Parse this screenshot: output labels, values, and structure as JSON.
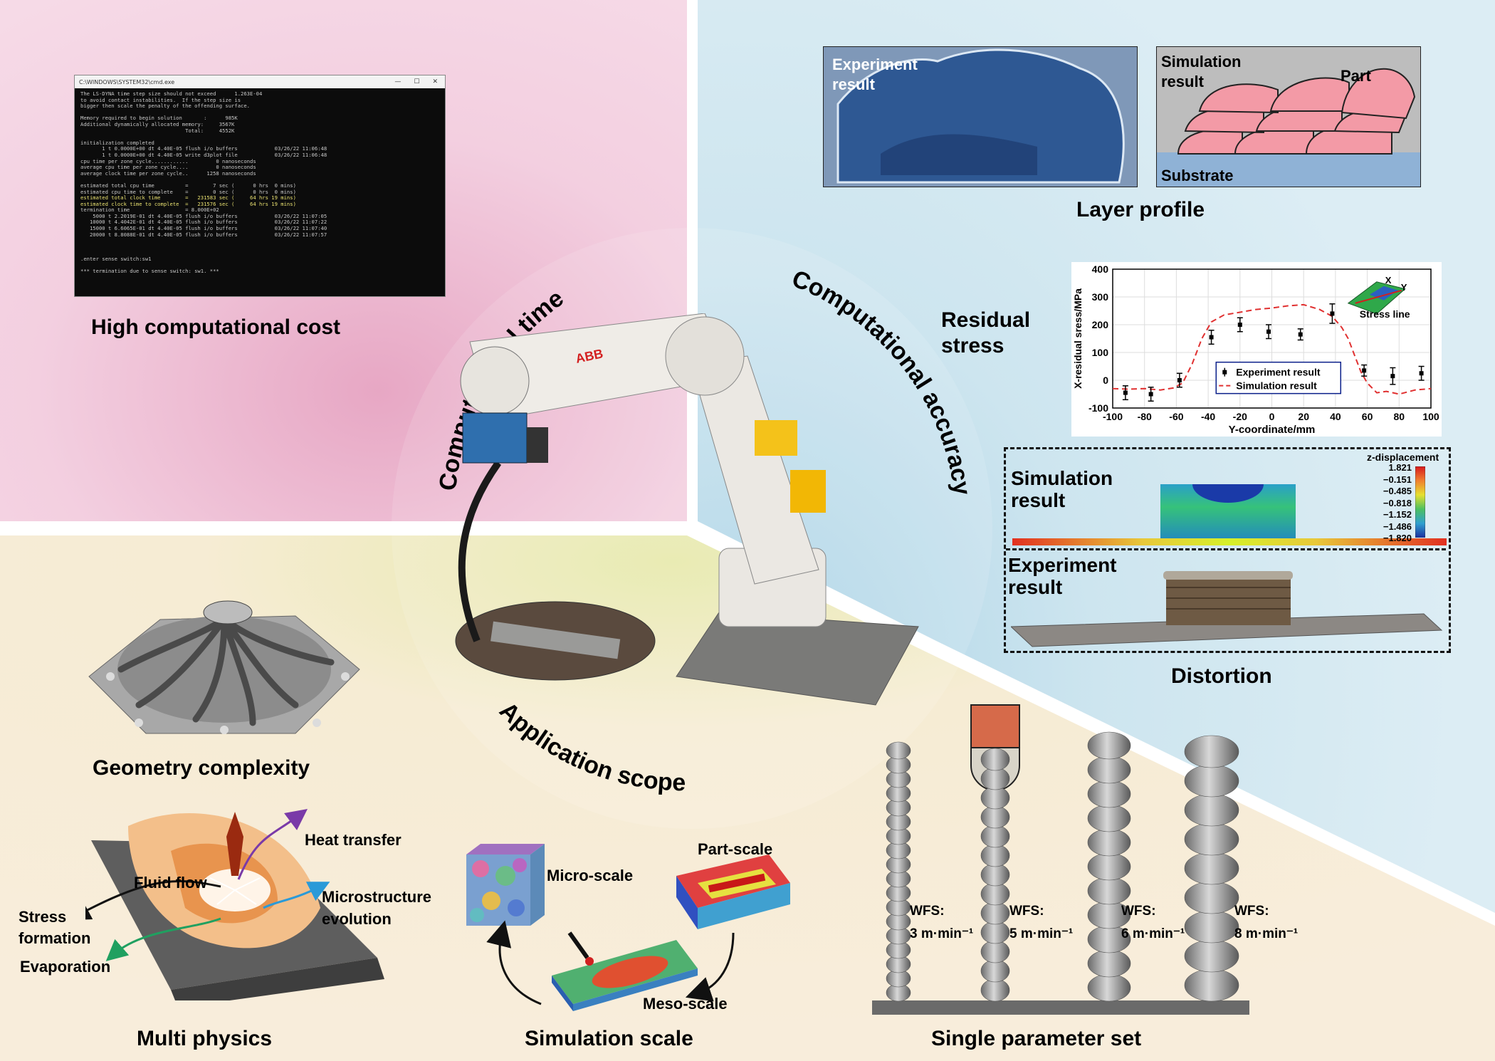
{
  "quadrants": {
    "top_left": {
      "color": "#f4d0df"
    },
    "top_right": {
      "color": "#cfe6ef"
    },
    "bottom": {
      "color": "#f7ead3"
    }
  },
  "center": {
    "arc_labels": {
      "computational_time": "Computational time",
      "computational_accuracy": "Computational accuracy",
      "application_scope": "Application scope"
    },
    "robot_brand": "ABB"
  },
  "top_left": {
    "terminal": {
      "window_title": "C:\\WINDOWS\\SYSTEM32\\cmd.exe",
      "lines": [
        "The LS-DYNA time step size should not exceed      1.263E-04",
        "to avoid contact instabilities.  If the step size is",
        "bigger then scale the penalty of the offending surface.",
        "",
        "Memory required to begin solution       :      985K",
        "Additional dynamically allocated memory:     3567K",
        "                                  Total:     4552K",
        "",
        "initialization completed",
        "       1 t 0.0000E+00 dt 4.40E-05 flush i/o buffers            03/26/22 11:06:48",
        "       1 t 0.0000E+00 dt 4.40E-05 write d3plot file            03/26/22 11:06:48",
        "cpu time per zone cycle............         0 nanoseconds",
        "average cpu time per zone cycle....         0 nanoseconds",
        "average clock time per zone cycle..      1258 nanoseconds",
        "",
        "estimated total cpu time          =        7 sec (      0 hrs  0 mins)",
        "estimated cpu time to complete    =        0 sec (      0 hrs  0 mins)",
        "estimated total clock time        =   231583 sec (     64 hrs 19 mins)",
        "estimated clock time to complete  =   231576 sec (     64 hrs 19 mins)",
        "termination time                  = 8.000E+02",
        "    5000 t 2.2019E-01 dt 4.40E-05 flush i/o buffers            03/26/22 11:07:05",
        "   10000 t 4.4042E-01 dt 4.40E-05 flush i/o buffers            03/26/22 11:07:22",
        "   15000 t 6.6065E-01 dt 4.40E-05 flush i/o buffers            03/26/22 11:07:40",
        "   20000 t 8.8088E-01 dt 4.40E-05 flush i/o buffers            03/26/22 11:07:57",
        "",
        "",
        "",
        ".enter sense switch:sw1",
        "",
        "*** termination due to sense switch: sw1. ***"
      ]
    },
    "caption": "High computational cost"
  },
  "top_right": {
    "layer_profile": {
      "experiment_label": "Experiment\nresult",
      "simulation_label": "Simulation\nresult",
      "part_label": "Part",
      "substrate_label": "Substrate",
      "caption": "Layer profile"
    },
    "residual_stress": {
      "caption": "Residual\nstress",
      "inset_labels": {
        "x": "X",
        "y": "Y",
        "stress_line": "Stress line"
      }
    },
    "distortion": {
      "simulation_label": "Simulation\nresult",
      "experiment_label": "Experiment\nresult",
      "colorbar_title": "z-displacement",
      "colorbar_ticks": [
        "1.821",
        "−0.151",
        "−0.485",
        "−0.818",
        "−1.152",
        "−1.486",
        "−1.820"
      ],
      "caption": "Distortion"
    }
  },
  "bottom": {
    "geometry_caption": "Geometry complexity",
    "multi_physics": {
      "caption": "Multi physics",
      "labels": {
        "heat_transfer": "Heat transfer",
        "fluid_flow": "Fluid flow",
        "microstructure": "Microstructure\nevolution",
        "stress": "Stress\nformation",
        "evaporation": "Evaporation"
      }
    },
    "simulation_scale": {
      "caption": "Simulation scale",
      "micro": "Micro-scale",
      "part": "Part-scale",
      "meso": "Meso-scale"
    },
    "single_parameter": {
      "caption": "Single parameter set",
      "wfs": [
        {
          "label": "WFS:",
          "value": "3 m·min⁻¹"
        },
        {
          "label": "WFS:",
          "value": "5 m·min⁻¹"
        },
        {
          "label": "WFS:",
          "value": "6 m·min⁻¹"
        },
        {
          "label": "WFS:",
          "value": "8 m·min⁻¹"
        }
      ]
    }
  },
  "chart_data": {
    "type": "scatter",
    "xlabel": "Y-coordinate/mm",
    "ylabel": "X-residual sress/MPa",
    "xlim": [
      -100,
      100
    ],
    "ylim": [
      -100,
      400
    ],
    "xticks": [
      -100,
      -80,
      -60,
      -40,
      -20,
      0,
      20,
      40,
      60,
      80,
      100
    ],
    "yticks": [
      -100,
      0,
      100,
      200,
      300,
      400
    ],
    "grid": true,
    "legend_position": "center-right",
    "series": [
      {
        "name": "Experiment result",
        "style": "errorbar-points",
        "color": "#000000",
        "x": [
          -92,
          -76,
          -58,
          -38,
          -20,
          -2,
          18,
          38,
          58,
          76,
          94
        ],
        "y": [
          -45,
          -50,
          0,
          155,
          200,
          175,
          165,
          240,
          35,
          15,
          25
        ],
        "err": [
          25,
          25,
          25,
          25,
          25,
          25,
          20,
          35,
          20,
          30,
          25
        ]
      },
      {
        "name": "Simulation result",
        "style": "dashed-line",
        "color": "#e03030",
        "x": [
          -100,
          -90,
          -80,
          -70,
          -62,
          -56,
          -50,
          -44,
          -38,
          -30,
          -20,
          -10,
          0,
          10,
          20,
          30,
          38,
          44,
          48,
          52,
          56,
          60,
          66,
          72,
          80,
          90,
          100
        ],
        "y": [
          -30,
          -32,
          -30,
          -35,
          -28,
          -10,
          60,
          150,
          210,
          235,
          245,
          255,
          260,
          268,
          272,
          255,
          230,
          190,
          150,
          90,
          30,
          -10,
          -45,
          -40,
          -50,
          -35,
          -30
        ]
      }
    ]
  }
}
